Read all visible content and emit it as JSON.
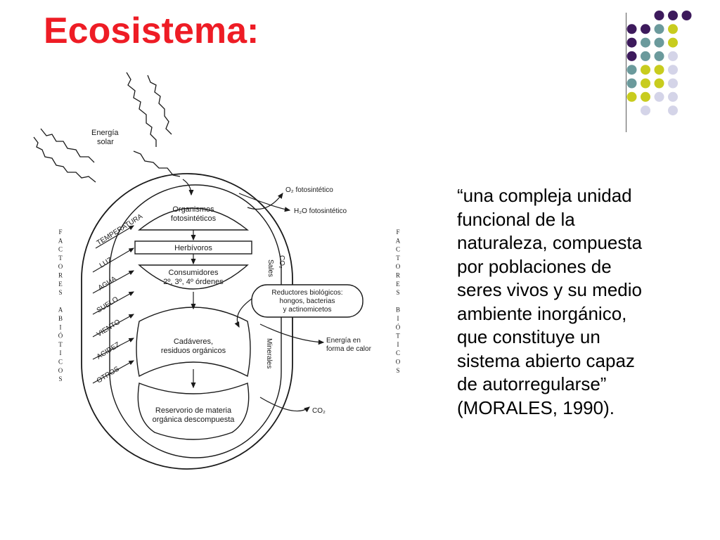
{
  "slide": {
    "title": "Ecosistema:",
    "quote_lines": [
      "“una compleja unidad",
      "funcional de la",
      "naturaleza, compuesta",
      "por poblaciones de",
      "seres vivos y su medio",
      "ambiente inorgánico,",
      "que constituye un",
      "sistema abierto capaz",
      "de autorregularse”",
      "(MORALES, 1990)."
    ]
  },
  "colors": {
    "title": "#ee1c25",
    "purple": "#3d1a5c",
    "teal": "#6b9a9c",
    "yellow": "#c8cc1e",
    "lavender": "#d4d4e8"
  },
  "diagram": {
    "energia_solar": [
      "Energía",
      "solar"
    ],
    "boxes": {
      "organismos": [
        "Organismos",
        "fotosintéticos"
      ],
      "herbivoros": "Herbívoros",
      "consumidores": [
        "Consumidores",
        "2º, 3º, 4º órdenes"
      ],
      "cadaveres": [
        "Cadáveres,",
        "residuos orgánicos"
      ],
      "reservorio": [
        "Reservorio de materia",
        "orgánica descompuesta"
      ],
      "reductores": [
        "Reductores biológicos:",
        "hongos, bacterias",
        "y actinomicetos"
      ]
    },
    "outputs": {
      "o2": "O₂ fotosintético",
      "h2o": "H₂O fotosintético",
      "energia_calor": [
        "Energía en",
        "forma de calor"
      ],
      "co2_bottom": "CO₂",
      "co2_mid": "CO₂",
      "sales": "Sales",
      "minerales": "Minerales"
    },
    "abiotic_factors": [
      "TEMPERATURA",
      "LUZ",
      "AGUA",
      "SUELO",
      "VIENTO",
      "ACIDEZ",
      "OTROS"
    ],
    "left_column": [
      "F",
      "A",
      "C",
      "T",
      "O",
      "R",
      "E",
      "S",
      "",
      "A",
      "B",
      "I",
      "Ó",
      "T",
      "I",
      "C",
      "O",
      "S"
    ],
    "right_column": [
      "F",
      "A",
      "C",
      "T",
      "O",
      "R",
      "E",
      "S",
      "",
      "B",
      "I",
      "Ó",
      "T",
      "I",
      "C",
      "O",
      "S"
    ]
  }
}
